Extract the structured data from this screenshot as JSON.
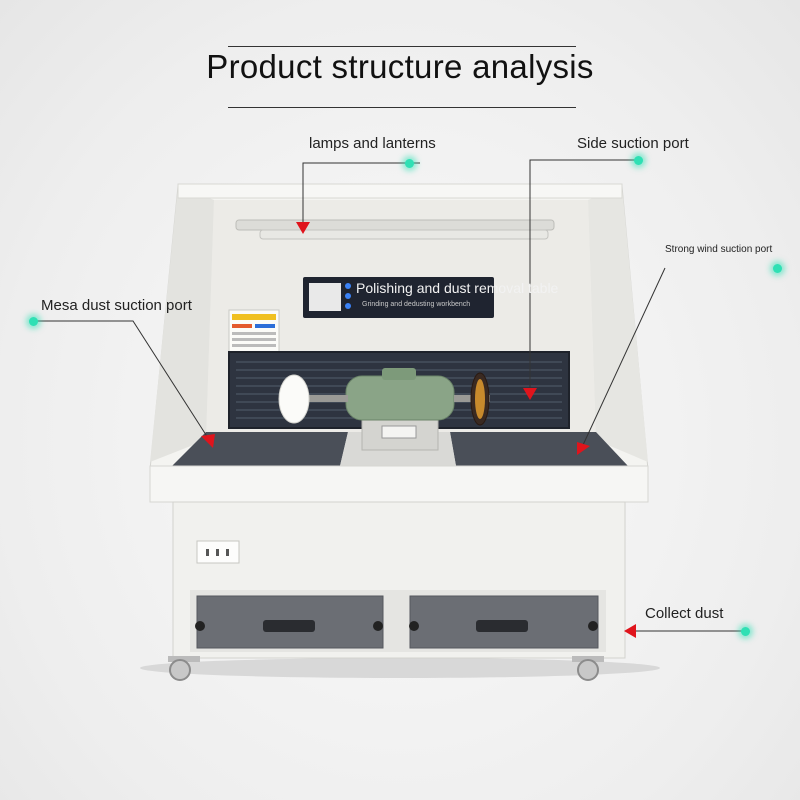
{
  "title": "Product structure analysis",
  "labels": {
    "lamps": "lamps and lanterns",
    "side_suction": "Side suction port",
    "strong_wind": "Strong wind suction port",
    "mesa": "Mesa dust suction port",
    "collect": "Collect dust"
  },
  "panel": {
    "title": "Polishing and dust removal table",
    "subtitle": "Grinding and dedusting workbench"
  },
  "colors": {
    "accent_dot": "#2fe0b4",
    "arrow": "#e0141c",
    "machine_body": "#f2f2ef",
    "grille": "#2e3440",
    "drawer": "#6b6e74",
    "motor": "#8aa487"
  }
}
